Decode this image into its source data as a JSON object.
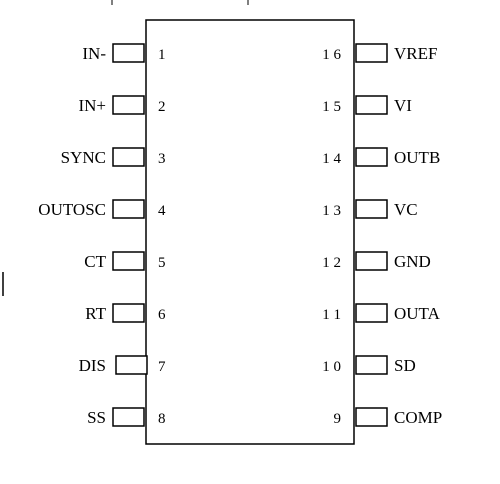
{
  "chip": {
    "left_pins": [
      {
        "number": "1",
        "name": "IN-"
      },
      {
        "number": "2",
        "name": "IN+"
      },
      {
        "number": "3",
        "name": "SYNC"
      },
      {
        "number": "4",
        "name": "OUTOSC"
      },
      {
        "number": "5",
        "name": "CT"
      },
      {
        "number": "6",
        "name": "RT"
      },
      {
        "number": "7",
        "name": "DIS"
      },
      {
        "number": "8",
        "name": "SS"
      }
    ],
    "right_pins": [
      {
        "number": "1 6",
        "name": "VREF"
      },
      {
        "number": "1 5",
        "name": "VI"
      },
      {
        "number": "1 4",
        "name": "OUTB"
      },
      {
        "number": "1 3",
        "name": "VC"
      },
      {
        "number": "1 2",
        "name": "GND"
      },
      {
        "number": "1 1",
        "name": "OUTA"
      },
      {
        "number": "1 0",
        "name": "SD"
      },
      {
        "number": "9",
        "name": "COMP"
      }
    ]
  }
}
